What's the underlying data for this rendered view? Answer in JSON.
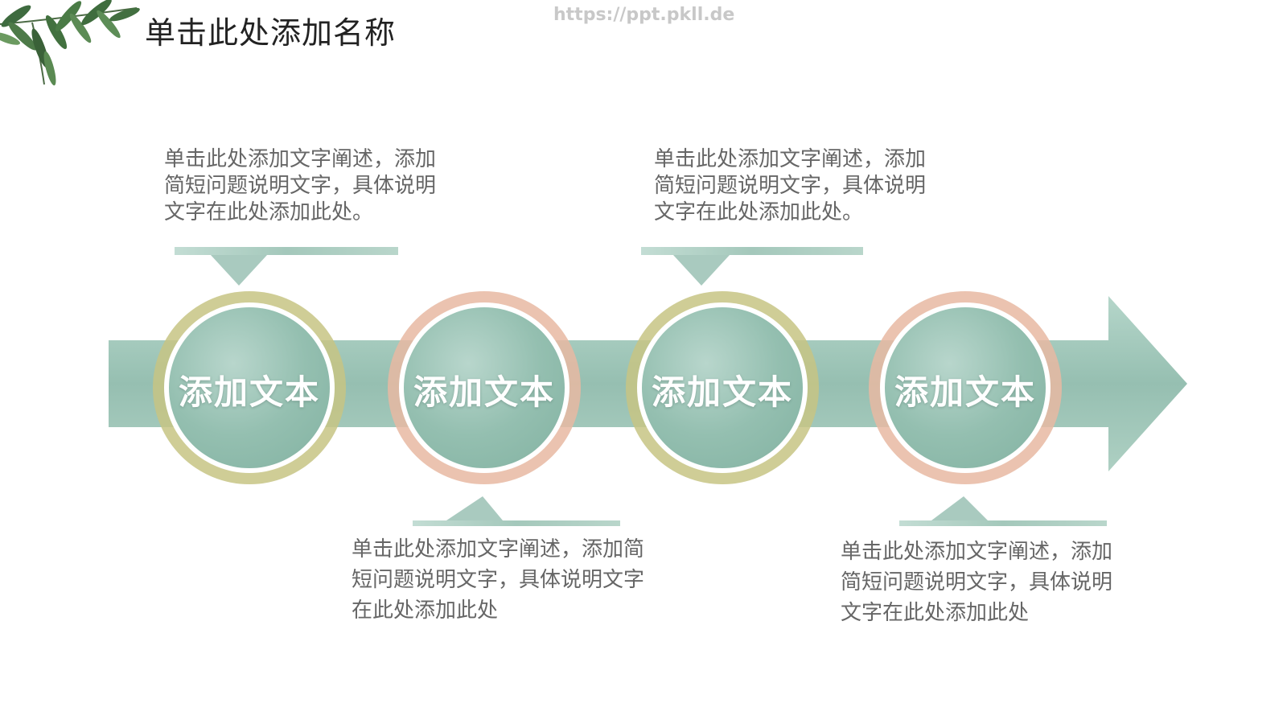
{
  "slide": {
    "title": "单击此处添加名称",
    "watermark": "https://ppt.pkll.de"
  },
  "descriptions": [
    {
      "lines": [
        "单击此处添加文字阐述，添加",
        "简短问题说明文字，具体说明",
        "文字在此处添加此处。"
      ]
    },
    {
      "lines": [
        "单击此处添加文字阐述，添加简",
        "短问题说明文字，具体说明文字",
        "在此处添加此处"
      ]
    },
    {
      "lines": [
        "单击此处添加文字阐述，添加",
        "简短问题说明文字，具体说明",
        "文字在此处添加此处。"
      ]
    },
    {
      "lines": [
        "单击此处添加文字阐述，添加",
        "简短问题说明文字，具体说明",
        "文字在此处添加此处"
      ]
    }
  ],
  "circles": [
    {
      "label": "添加文本",
      "ring_color": "#c7c484"
    },
    {
      "label": "添加文本",
      "ring_color": "#e8b9a2"
    },
    {
      "label": "添加文本",
      "ring_color": "#c7c484"
    },
    {
      "label": "添加文本",
      "ring_color": "#e8b9a2"
    }
  ],
  "colors": {
    "arrow": "#9fc6b8",
    "circle_fill": "#93bfb0",
    "connector": "#a7cbbf",
    "text": "#666666",
    "title": "#222222"
  }
}
